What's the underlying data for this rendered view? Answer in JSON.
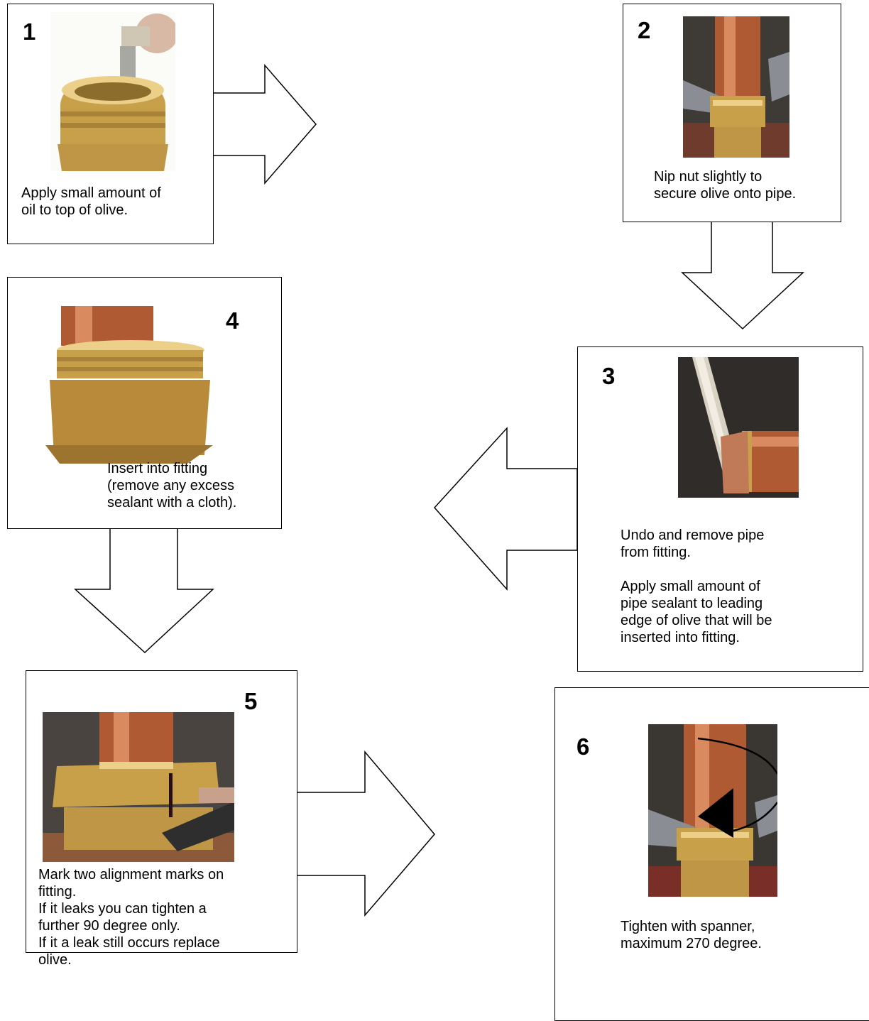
{
  "steps": [
    {
      "number": "1",
      "text": "Apply small amount of\noil to top of olive.",
      "photo": "oil-applicator-on-olive-photo"
    },
    {
      "number": "2",
      "text": "Nip nut slightly to\nsecure olive onto pipe.",
      "photo": "spanner-nipping-nut-photo"
    },
    {
      "number": "3",
      "text": "Undo and remove pipe\nfrom fitting.\n\nApply small amount of\npipe sealant to leading\nedge of olive that will be\ninserted into fitting.",
      "photo": "sealant-brush-on-olive-photo"
    },
    {
      "number": "4",
      "text": "Insert into fitting\n(remove any excess\nsealant with a cloth).",
      "photo": "pipe-in-fitting-photo"
    },
    {
      "number": "5",
      "text": "Mark two alignment marks on\nfitting.\nIf it leaks you can tighten a\nfurther 90 degree only.\nIf it a leak still occurs replace\nolive.",
      "photo": "marker-alignment-marks-photo"
    },
    {
      "number": "6",
      "text": "Tighten with spanner,\nmaximum 270 degree.",
      "photo": "spanner-tighten-rotation-photo"
    }
  ],
  "arrows": [
    "right",
    "down",
    "left",
    "down",
    "right"
  ],
  "colors": {
    "copper": "#b05a33",
    "copper_light": "#d98a5f",
    "brass": "#c9a04a",
    "brass_light": "#ecd08a",
    "steel": "#8a8e94",
    "outline": "#000000"
  }
}
